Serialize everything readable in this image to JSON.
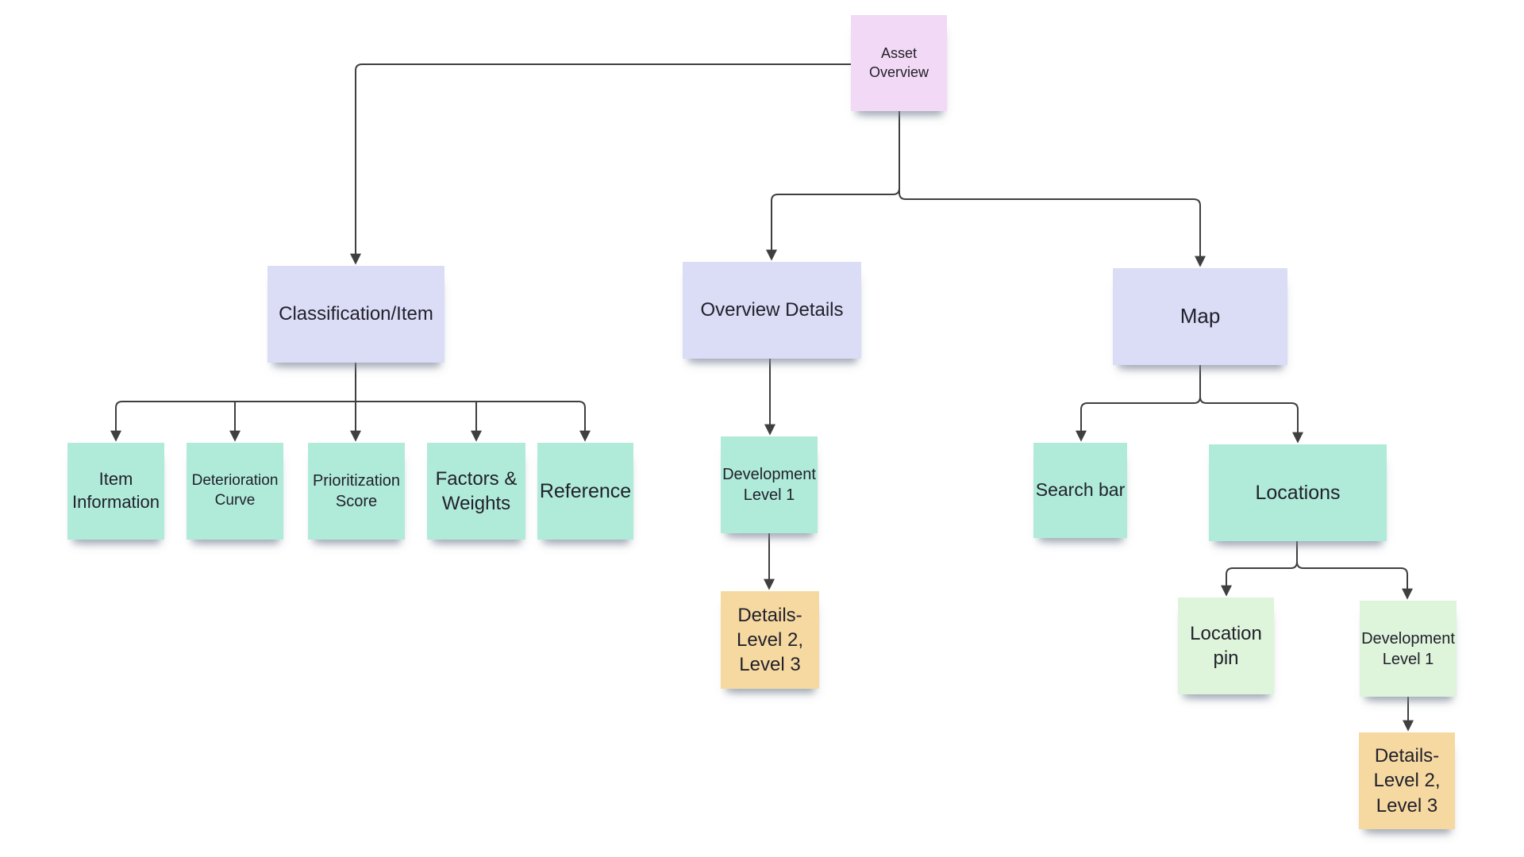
{
  "diagram": {
    "nodes": {
      "asset_overview": {
        "label": "Asset Overview",
        "color": "pink"
      },
      "classification_item": {
        "label": "Classification/Item",
        "color": "lavender"
      },
      "overview_details": {
        "label": "Overview Details",
        "color": "lavender"
      },
      "map": {
        "label": "Map",
        "color": "lavender"
      },
      "item_information": {
        "label": "Item Information",
        "color": "teal"
      },
      "deterioration_curve": {
        "label": "Deterioration Curve",
        "color": "teal"
      },
      "prioritization_score": {
        "label": "Prioritization Score",
        "color": "teal"
      },
      "factors_weights": {
        "label": "Factors & Weights",
        "color": "teal"
      },
      "reference": {
        "label": "Reference",
        "color": "teal"
      },
      "development_level_1_main": {
        "label": "Development Level 1",
        "color": "teal"
      },
      "details_level_2_3_main": {
        "label": "Details- Level 2, Level 3",
        "color": "orange"
      },
      "search_bar": {
        "label": "Search bar",
        "color": "teal"
      },
      "locations": {
        "label": "Locations",
        "color": "teal"
      },
      "location_pin": {
        "label": "Location pin",
        "color": "green"
      },
      "development_level_1_map": {
        "label": "Development Level 1",
        "color": "green"
      },
      "details_level_2_3_map": {
        "label": "Details- Level 2, Level 3",
        "color": "orange"
      }
    },
    "edges": [
      {
        "from": "asset_overview",
        "to": "classification_item"
      },
      {
        "from": "asset_overview",
        "to": "overview_details"
      },
      {
        "from": "asset_overview",
        "to": "map"
      },
      {
        "from": "classification_item",
        "to": "item_information"
      },
      {
        "from": "classification_item",
        "to": "deterioration_curve"
      },
      {
        "from": "classification_item",
        "to": "prioritization_score"
      },
      {
        "from": "classification_item",
        "to": "factors_weights"
      },
      {
        "from": "classification_item",
        "to": "reference"
      },
      {
        "from": "overview_details",
        "to": "development_level_1_main"
      },
      {
        "from": "development_level_1_main",
        "to": "details_level_2_3_main"
      },
      {
        "from": "map",
        "to": "search_bar"
      },
      {
        "from": "map",
        "to": "locations"
      },
      {
        "from": "locations",
        "to": "location_pin"
      },
      {
        "from": "locations",
        "to": "development_level_1_map"
      },
      {
        "from": "development_level_1_map",
        "to": "details_level_2_3_map"
      }
    ]
  },
  "colors": {
    "background": "#ffffff",
    "note_pink": "#f2d9f5",
    "note_lavender": "#dbdcf6",
    "note_teal": "#b0ebda",
    "note_green": "#def4db",
    "note_orange": "#f6d9a1",
    "note_text": "#21212b",
    "connector": "#3f3f3f"
  }
}
